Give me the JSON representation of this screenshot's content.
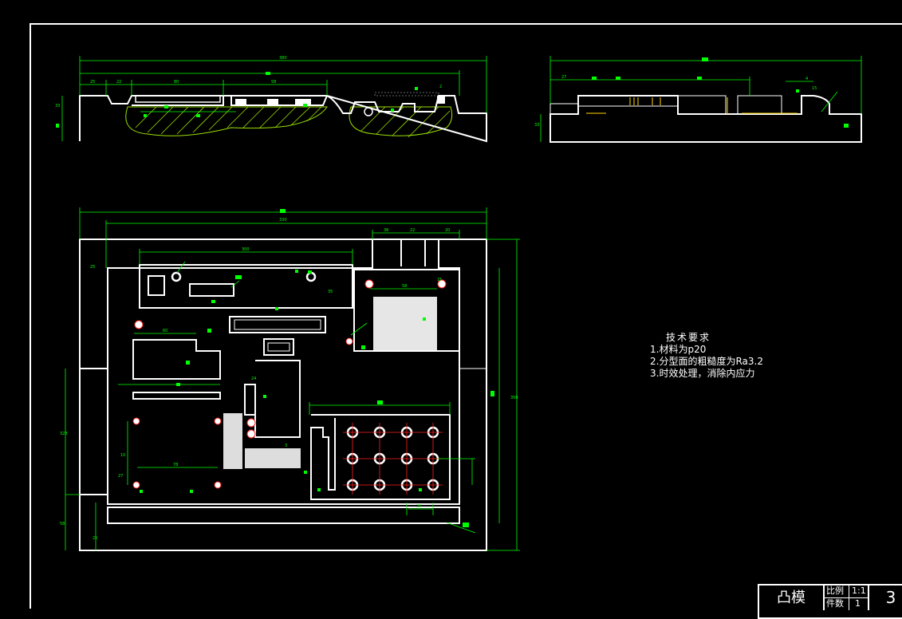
{
  "sheet": {
    "background": "#000000",
    "line_color": "#ffffff",
    "dim_color": "#00ff00",
    "hatch_color": "#9be000",
    "center_color": "#ff2020",
    "accent_yellow": "#ffd700"
  },
  "dimensions": {
    "front_total": "380",
    "front_d1": "25",
    "front_d2": "22",
    "front_d3": "80",
    "front_d4": "58",
    "front_d5": "2",
    "front_h": "33",
    "side_d1": "27",
    "side_d2": "4",
    "side_d3": "15",
    "side_h": "33",
    "plan_total": "330",
    "plan_inner": "300",
    "plan_r1": "38",
    "plan_r2": "22",
    "plan_r3": "20",
    "plan_v": "350",
    "plan_left_v": "328",
    "plan_bottom": "58",
    "plan_bottom2": "25",
    "dim_60": "60",
    "dim_58": "58",
    "dim_10": "10",
    "dim_15": "15",
    "dim_25": "25",
    "dim_27": "27",
    "dim_78": "78",
    "dim_35": "35",
    "dim_24": "24",
    "dim_3": "3"
  },
  "notes": {
    "title": "技术要求",
    "items": [
      "1.材料为p20",
      "2.分型面的粗糙度为Ra3.2",
      "3.时效处理，消除内应力"
    ]
  },
  "title_block": {
    "part_name": "凸模",
    "scale_label": "比例",
    "scale_value": "1:1",
    "count_label": "件数",
    "count_value": "1",
    "sheet_number": "3"
  }
}
